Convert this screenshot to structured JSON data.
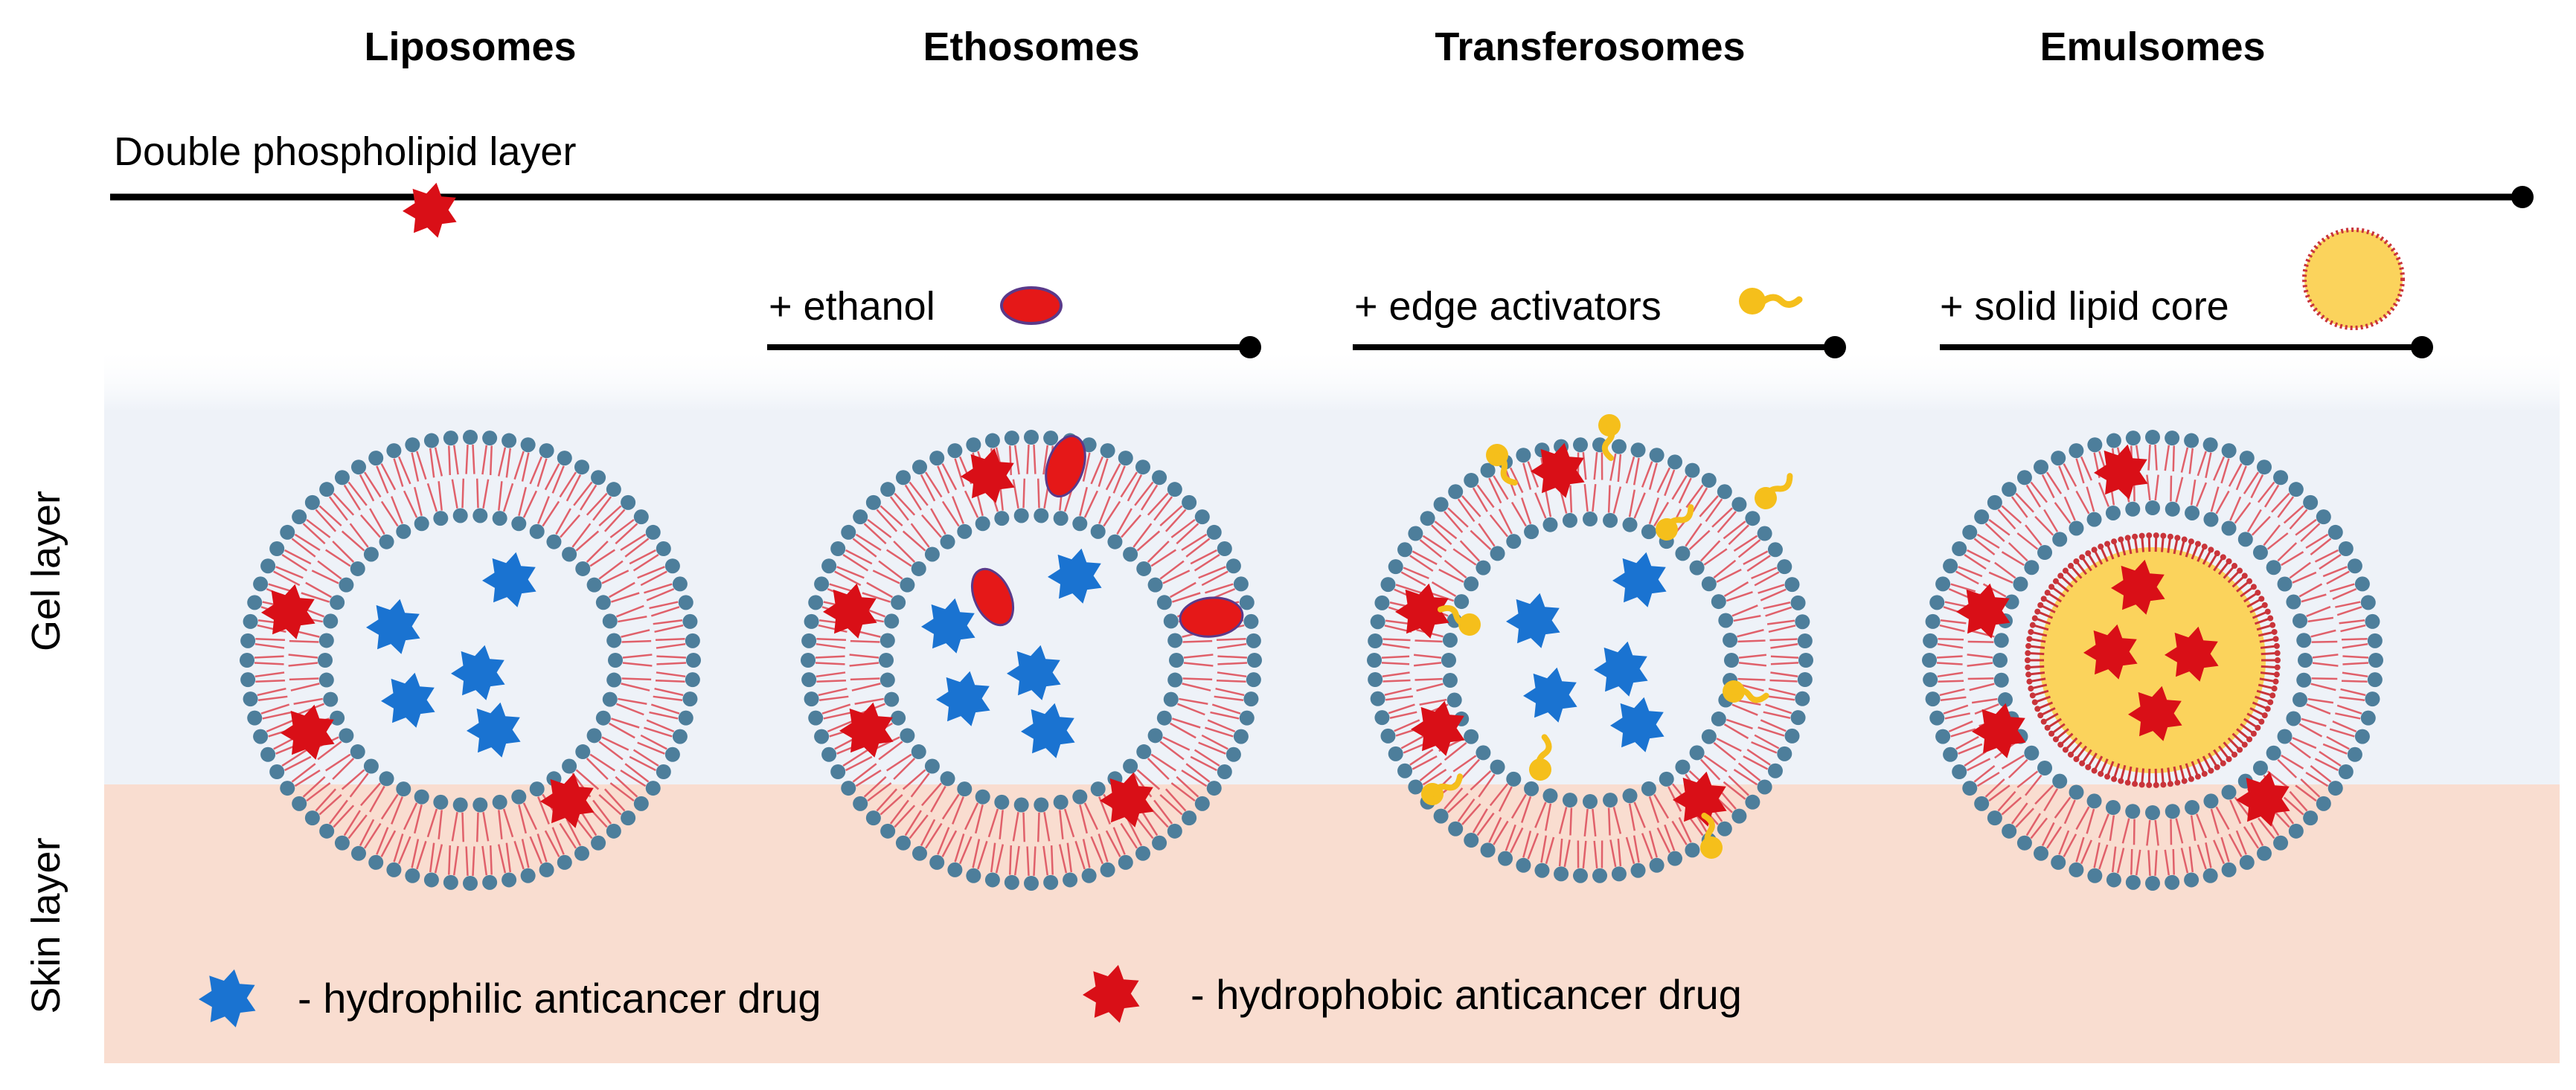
{
  "titles": [
    "Liposomes",
    "Ethosomes",
    "Transferosomes",
    "Emulsomes"
  ],
  "base_label": "Double phospholipid layer",
  "additions": [
    "+ ethanol",
    "+ edge activators",
    "+ solid lipid core"
  ],
  "side_labels": {
    "gel": "Gel layer",
    "skin": "Skin layer"
  },
  "legend": {
    "hydrophilic": "-  hydrophilic anticancer drug",
    "hydrophobic": "- hydrophobic anticancer drug"
  },
  "colors": {
    "gel_layer": "#eef2f8",
    "skin_layer": "#f9ddd0",
    "head_group": "#4d7e9b",
    "lipid_tail": "#e0606a",
    "hydrophilic_drug": "#1a73d1",
    "hydrophobic_drug": "#d90f17",
    "ethanol": "#e51818",
    "edge_activator": "#f5bf1b",
    "lipid_core": "#fbd35c",
    "core_rim": "#c9343a",
    "line": "#000000"
  }
}
